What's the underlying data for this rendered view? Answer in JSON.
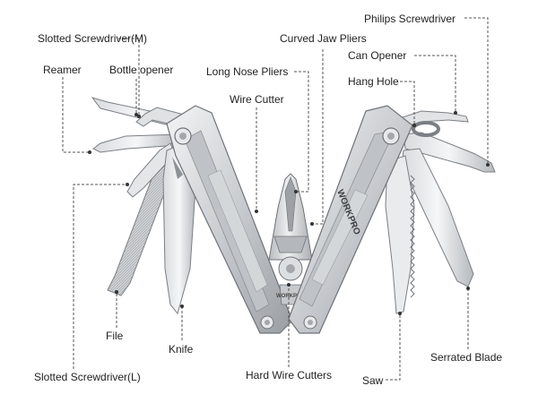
{
  "labels": {
    "slotted_screwdriver_m": "Slotted Screwdriver(M)",
    "reamer": "Reamer",
    "bottle_opener": "Bottle opener",
    "long_nose_pliers": "Long Nose Pliers",
    "curved_jaw_pliers": "Curved Jaw Pliers",
    "philips_screwdriver": "Philips Screwdriver",
    "can_opener": "Can Opener",
    "hang_hole": "Hang Hole",
    "wire_cutter": "Wire Cutter",
    "file": "File",
    "knife": "Knife",
    "slotted_screwdriver_l": "Slotted Screwdriver(L)",
    "hard_wire_cutters": "Hard Wire Cutters",
    "saw": "Saw",
    "serrated_blade": "Serrated Blade"
  },
  "brand": {
    "handle_text": "WORKPRO",
    "pivot_text": "WORKPRO"
  },
  "colors": {
    "steel_light": "#e6e7e9",
    "steel_mid": "#c2c5c9",
    "steel_dark": "#8e9297",
    "outline": "#6f7378",
    "leader_line": "#555555",
    "text": "#222222"
  }
}
